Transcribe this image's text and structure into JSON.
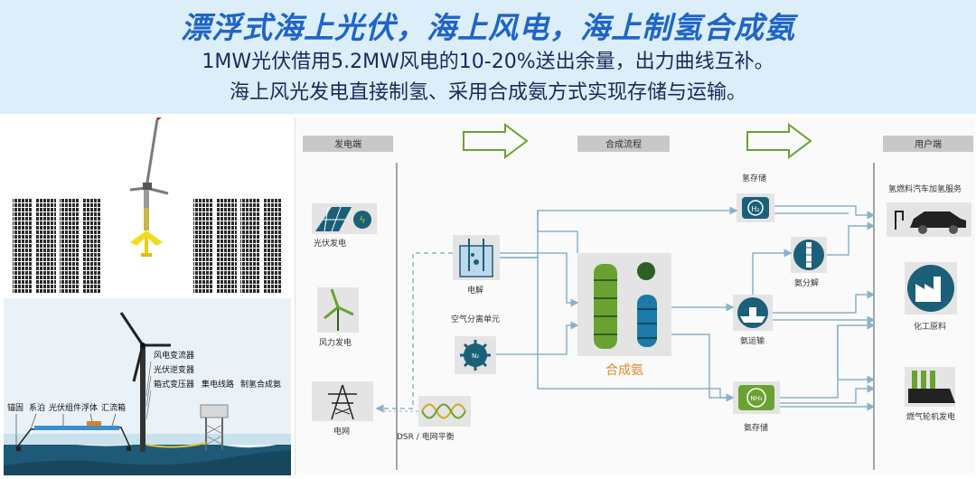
{
  "header": {
    "title": "漂浮式海上光伏，海上风电，海上制氢合成氨",
    "subtitle1": "1MW光伏借用5.2MW风电的10-20%送出余量，出力曲线互补。",
    "subtitle2": "海上风光发电直接制氢、采用合成氨方式实现存储与运输。"
  },
  "left_diagram": {
    "labels": {
      "wind_converter": "风电变流器",
      "pv_inverter": "光伏逆变器",
      "box_transformer": "箱式变压器",
      "collection_line": "集电线路",
      "hydrogen_ammonia": "制氢合成氨",
      "anchor": "锚固",
      "mooring": "系泊",
      "pv_module": "光伏组件",
      "float": "浮体",
      "combiner_box": "汇流箱"
    }
  },
  "flow": {
    "sections": {
      "generation": "发电端",
      "synthesis": "合成流程",
      "user": "用户端"
    },
    "nodes": {
      "pv": "光伏发电",
      "wind": "风力发电",
      "grid": "电网",
      "electrolysis": "电解",
      "air_separation": "空气分离单元",
      "dsr": "DSR / 电网平衡",
      "synthesis_ammonia": "合成氨",
      "h2_storage": "氢存储",
      "ammonia_decomposition": "氨分解",
      "ammonia_transport": "氨运输",
      "ammonia_storage": "氨存储",
      "fcv_refuel": "氢燃料汽车加氢服务",
      "chemical": "化工原料",
      "gas_turbine": "燃气轮机发电"
    },
    "badges": {
      "h2": "H₂",
      "nh3": "NH₃",
      "n2": "N₂"
    }
  },
  "colors": {
    "header_bg": "#dbeefa",
    "title": "#1f64c8",
    "subtitle": "#1a2a5a",
    "arrow_green": "#6aa232",
    "teal": "#1c5f78",
    "sea": "#1e5a78",
    "flow_line": "#8ab2c8",
    "synthesis_label": "#d98a2a"
  }
}
